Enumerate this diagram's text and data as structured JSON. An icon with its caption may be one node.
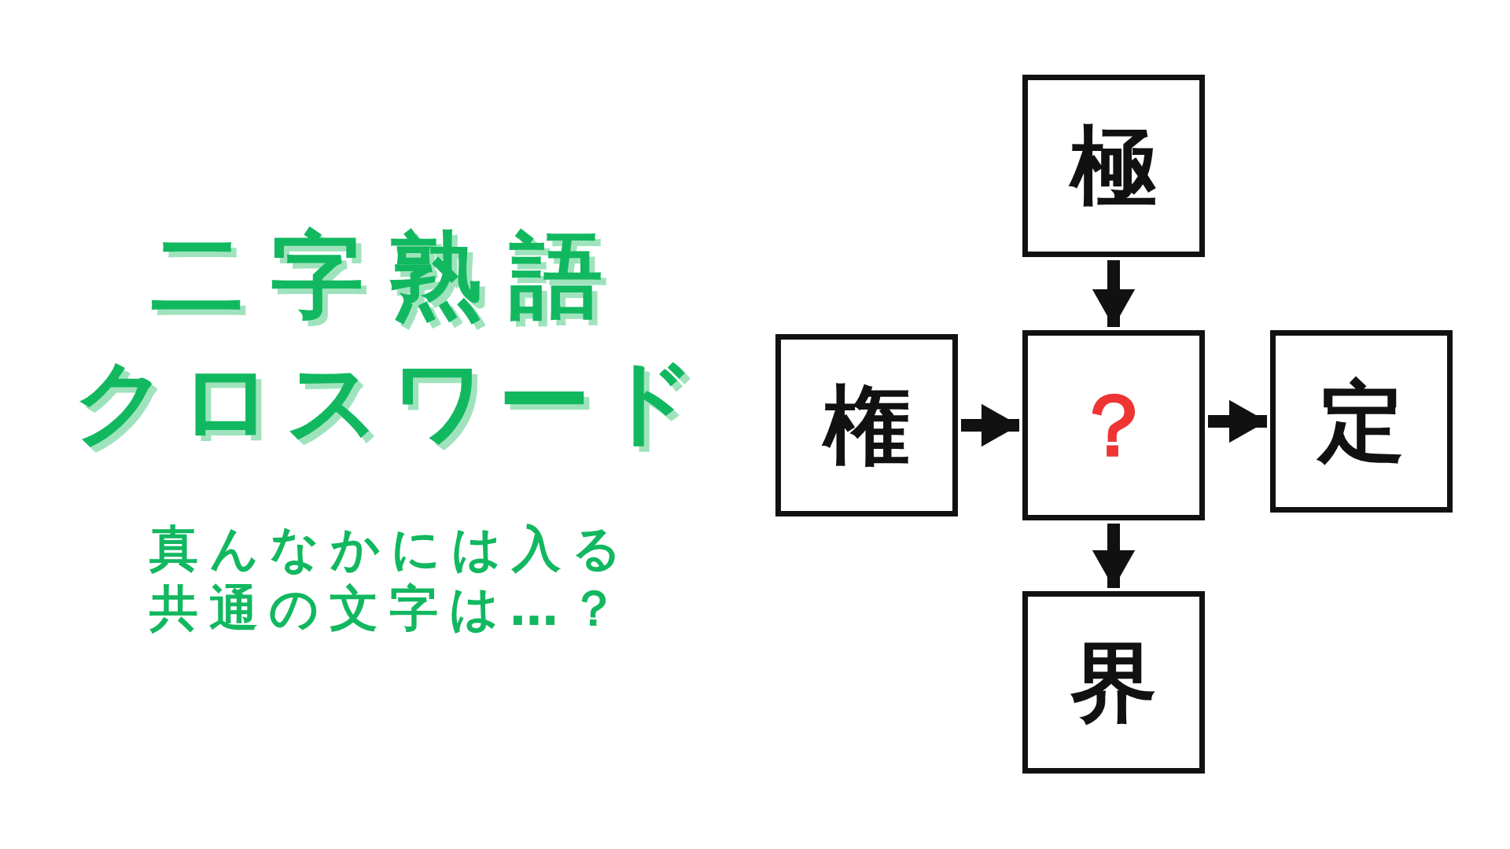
{
  "diagram": {
    "title": "二字熟語クロスワード",
    "nodes": [
      {
        "text": [
          "極"
        ]
      },
      {
        "text": [
          "権"
        ]
      },
      {
        "text": [
          "？"
        ]
      },
      {
        "text": [
          "定"
        ]
      },
      {
        "text": [
          "界"
        ]
      }
    ],
    "edges": [
      {
        "from": 0,
        "to": 2,
        "arrow": "to"
      },
      {
        "from": 1,
        "to": 2,
        "arrow": "to"
      },
      {
        "from": 2,
        "to": 3,
        "arrow": "to"
      },
      {
        "from": 2,
        "to": 4,
        "arrow": "to"
      }
    ],
    "labels": [
      "真んなかには入る共通の文字は…？"
    ]
  }
}
